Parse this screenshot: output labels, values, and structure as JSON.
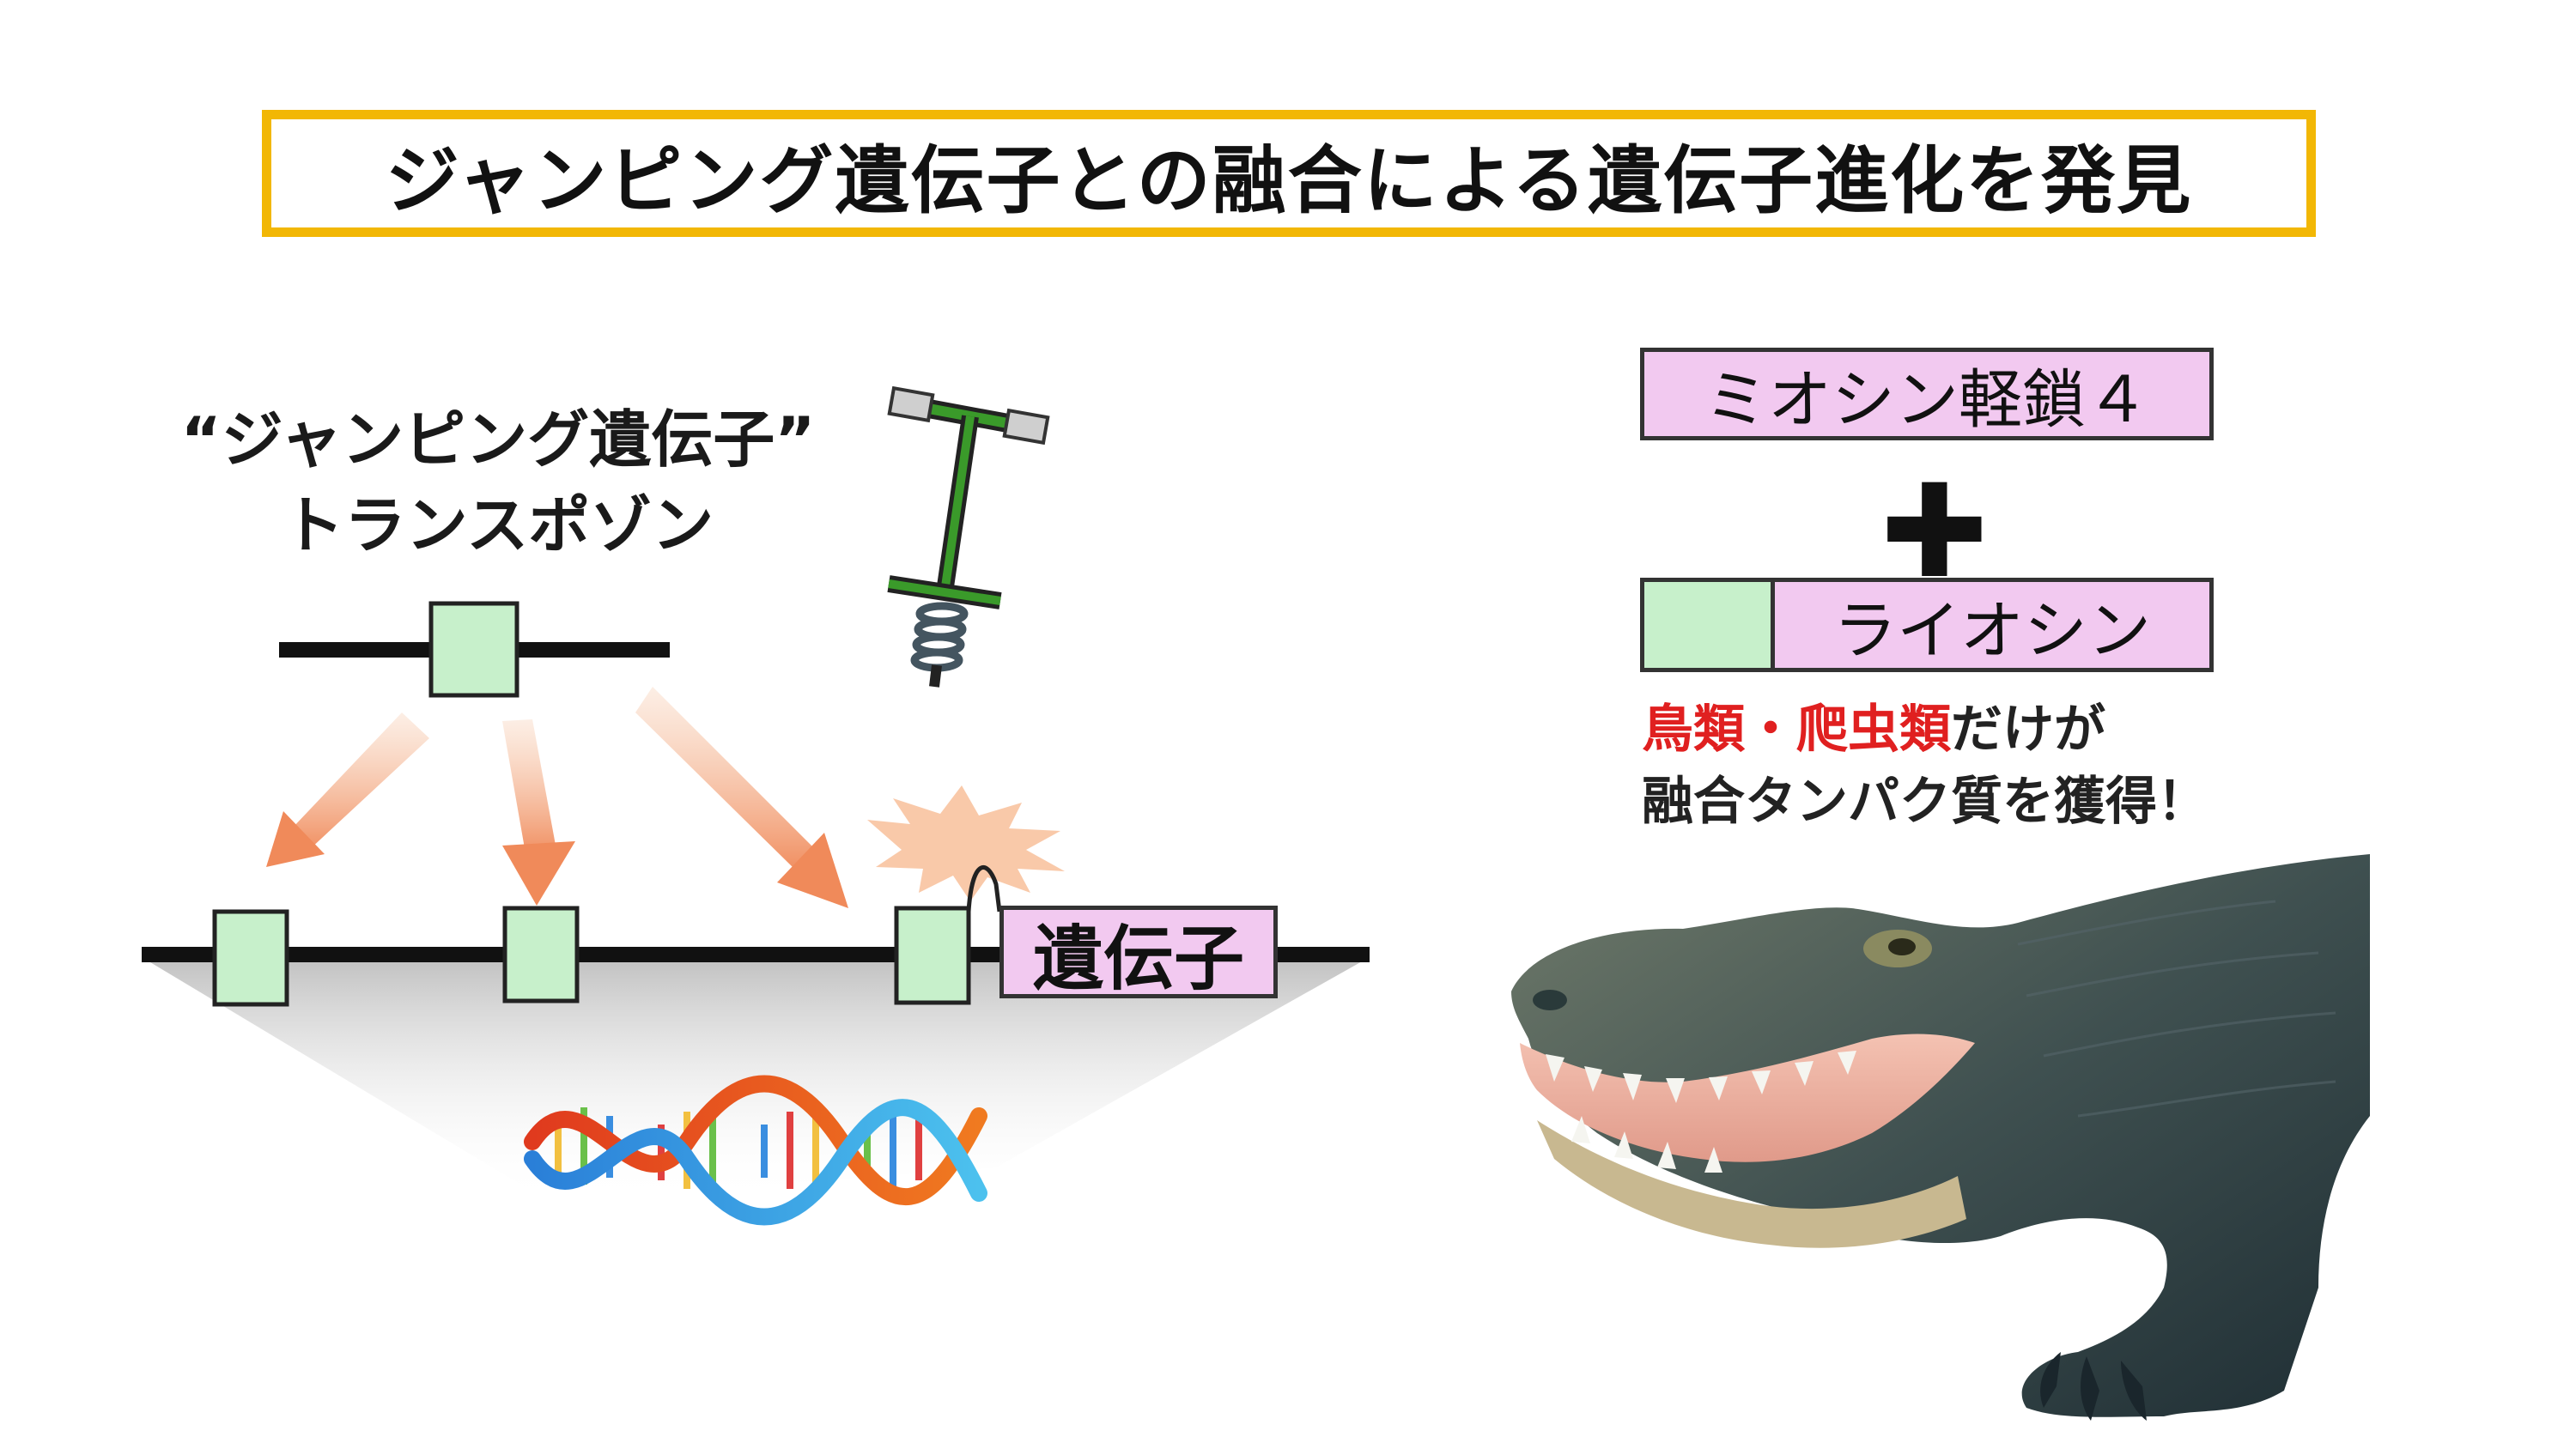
{
  "title": "ジャンピング遺伝子との融合による遺伝子進化を発見",
  "transposon_label": {
    "line1": "“ジャンピング遺伝子”",
    "line2": "トランスポゾン"
  },
  "gene_label": "遺伝子",
  "myosin_label": "ミオシン軽鎖４",
  "plus_sign": "✚",
  "fusion_label": "ライオシン",
  "note": {
    "red_part": "鳥類・爬虫類",
    "rest_line1": "だけが",
    "line2": "融合タンパク質を獲得！"
  },
  "colors": {
    "title_border": "#f2b705",
    "transposon_green": "#c7f0cb",
    "gene_pink": "#f2c9f0",
    "arrow_orange": "#f2a47a",
    "highlight_red": "#e02020",
    "pogo_green": "#3a9a2a"
  }
}
